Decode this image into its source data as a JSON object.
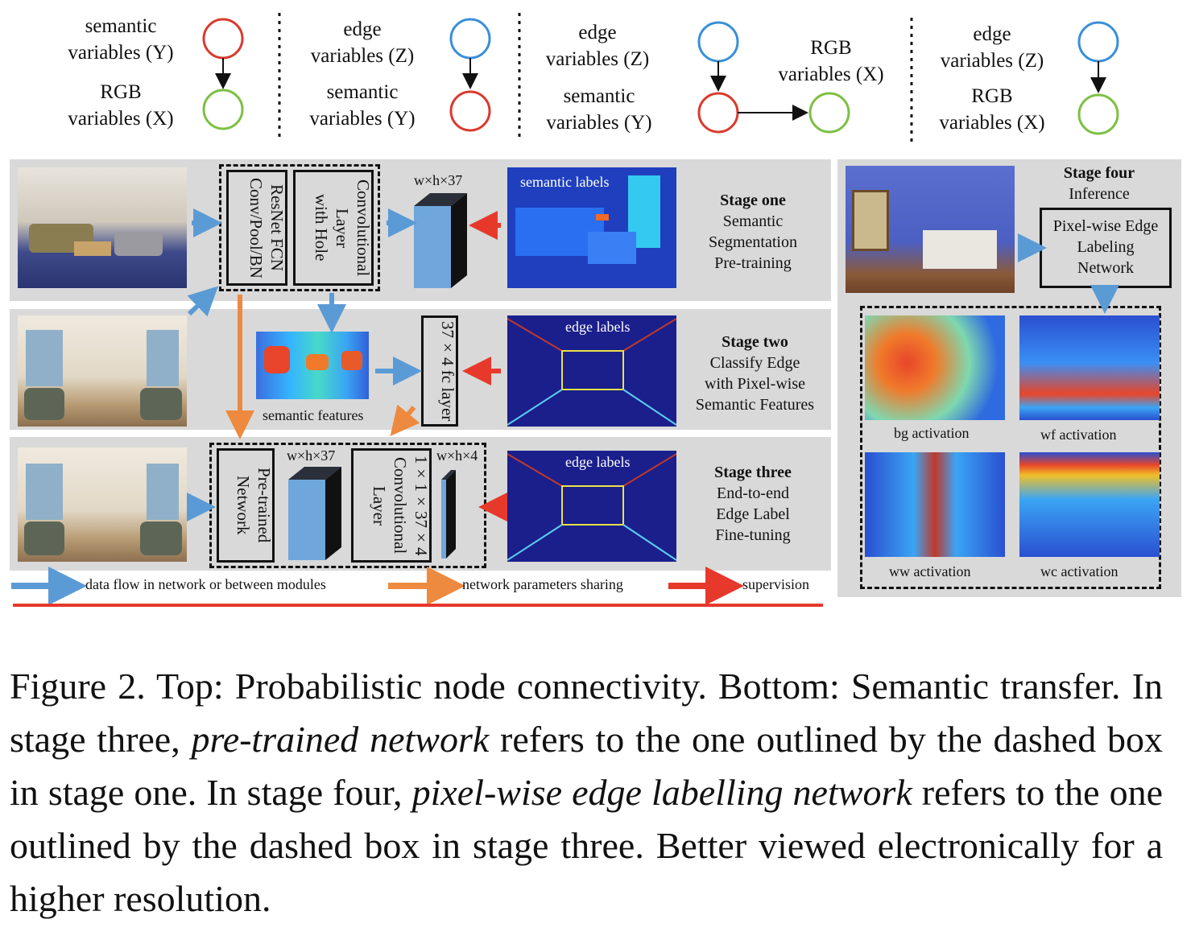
{
  "graphs": {
    "g1": {
      "top_label": "semantic\nvariables (Y)",
      "bottom_label": "RGB\nvariables (X)",
      "top_color": "#d93a2e",
      "bottom_color": "#7cc043"
    },
    "g2": {
      "top_label": "edge\nvariables (Z)",
      "bottom_label": "semantic\nvariables (Y)",
      "top_color": "#3a8fd9",
      "bottom_color": "#d93a2e"
    },
    "g3": {
      "top_label": "edge\nvariables (Z)",
      "bottom_label": "semantic\nvariables (Y)",
      "right_label": "RGB\nvariables (X)",
      "top_color": "#3a8fd9",
      "bottom_color": "#d93a2e",
      "right_color": "#7cc043"
    },
    "g4": {
      "top_label": "edge\nvariables (Z)",
      "bottom_label": "RGB\nvariables (X)",
      "top_color": "#3a8fd9",
      "bottom_color": "#7cc043"
    }
  },
  "stage1": {
    "resnet": "ResNet FCN\nConv/Pool/BN",
    "conv": "Convolutional\nLayer\nwith Hole",
    "dims": "w×h×37",
    "map_label": "semantic labels",
    "title": "Stage one",
    "desc": "Semantic\nSegmentation\nPre-training"
  },
  "stage2": {
    "features_label": "semantic features",
    "fc": "37×4 fc layer",
    "map_label": "edge labels",
    "title": "Stage two",
    "desc": "Classify Edge\nwith Pixel-wise\nSemantic Features"
  },
  "stage3": {
    "pretrained": "Pre-trained\nNetwork",
    "dims1": "w×h×37",
    "conv": "1×1×37×4\nConvolutional\nLayer",
    "dims2": "w×h×4",
    "map_label": "edge labels",
    "title": "Stage three",
    "desc": "End-to-end\nEdge Label\nFine-tuning"
  },
  "stage4": {
    "title": "Stage four",
    "subtitle": "Inference",
    "network": "Pixel-wise Edge\nLabeling\nNetwork",
    "activations": [
      "bg activation",
      "wf activation",
      "ww activation",
      "wc activation"
    ]
  },
  "legend": {
    "blue": "data flow in network or between modules",
    "orange": "network parameters sharing",
    "red": "supervision"
  },
  "colors": {
    "flow_blue": "#5b9bd5",
    "share_orange": "#ed8a3f",
    "supervision_red": "#e6392b",
    "panel_gray": "#d9d9d9"
  },
  "caption": {
    "part1": "Figure 2. Top: Probabilistic node connectivity. Bottom: Semantic transfer. In stage three, ",
    "em1": "pre-trained network",
    "part2": " refers to the one outlined by the dashed box in stage one. In stage four, ",
    "em2": "pixel-wise edge labelling network",
    "part3": " refers to the one outlined by the dashed box in stage three. Better viewed electronically for a higher resolution."
  }
}
